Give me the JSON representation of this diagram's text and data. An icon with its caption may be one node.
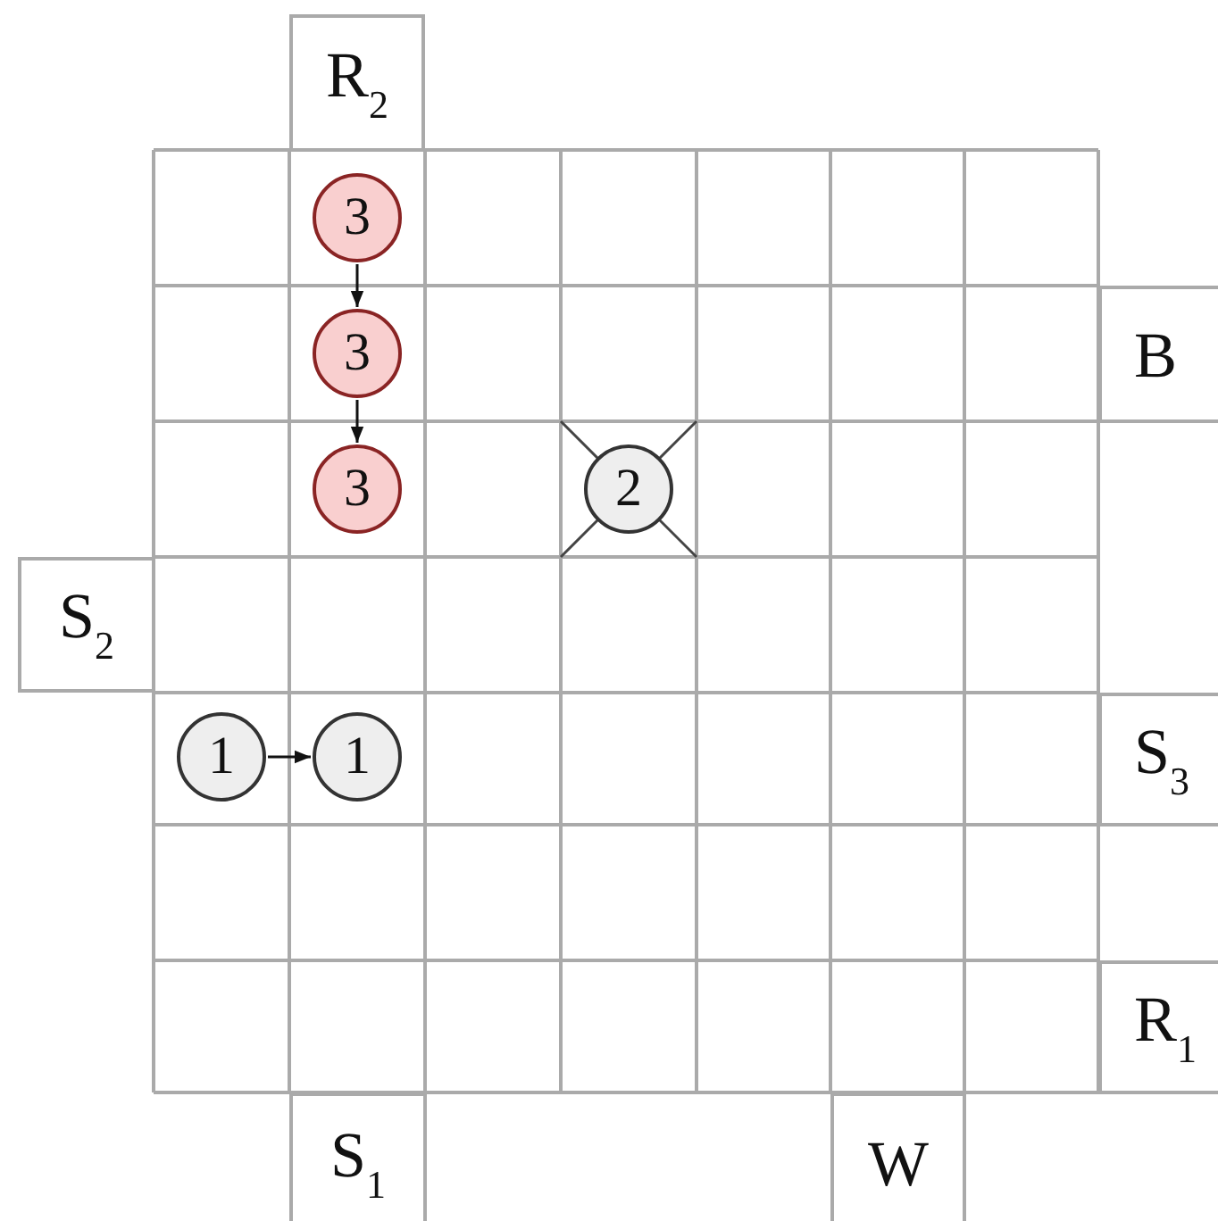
{
  "diagram": {
    "nodes": [
      {
        "text": [
          "R$_{2}$"
        ]
      },
      {
        "text": [
          "3"
        ]
      },
      {
        "text": [
          "3"
        ]
      },
      {
        "text": [
          "B"
        ]
      },
      {
        "text": [
          "3"
        ]
      },
      {
        "text": [
          "2"
        ]
      },
      {
        "text": [
          "S$_{2}$"
        ]
      },
      {
        "text": [
          "1"
        ]
      },
      {
        "text": [
          "1"
        ]
      },
      {
        "text": [
          "S$_{3}$"
        ]
      },
      {
        "text": [
          "R$_{1}$"
        ]
      },
      {
        "text": [
          "S$_{1}$"
        ]
      },
      {
        "text": [
          "W"
        ]
      }
    ],
    "edges": [
      {
        "from": 1,
        "to": 2,
        "arrow": "to"
      },
      {
        "from": 2,
        "to": 4,
        "arrow": "to"
      },
      {
        "from": 7,
        "to": 8,
        "arrow": "to"
      }
    ]
  }
}
